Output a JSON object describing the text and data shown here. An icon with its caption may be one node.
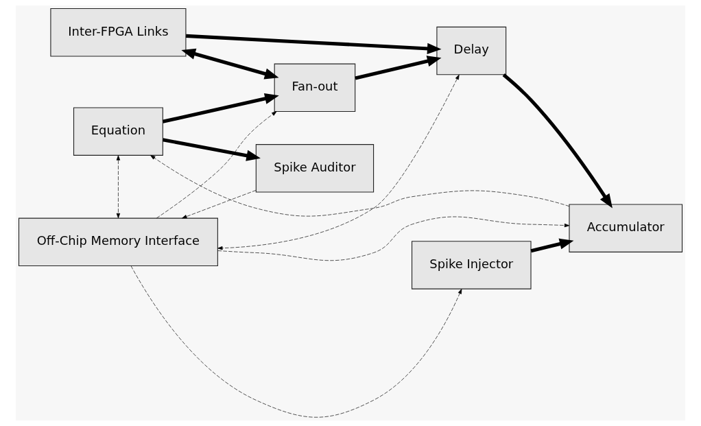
{
  "diagram": {
    "nodes": [
      {
        "text": [
          "Inter-FPGA Links"
        ]
      },
      {
        "text": [
          "Spike Auditor"
        ]
      },
      {
        "text": [
          "Equation"
        ]
      },
      {
        "text": [
          "Fan-out"
        ]
      },
      {
        "text": [
          "Delay"
        ]
      },
      {
        "text": [
          "Accumulator"
        ]
      },
      {
        "text": [
          "Spike Injector"
        ]
      },
      {
        "text": [
          "Off-Chip Memory Interface"
        ]
      }
    ],
    "edges": [
      {
        "from": 0,
        "to": 3,
        "arrow": "both",
        "style": "thick"
      },
      {
        "from": 0,
        "to": 4,
        "arrow": "to",
        "style": "thick"
      },
      {
        "from": 5,
        "to": 2,
        "arrow": "to",
        "style": "dashed"
      },
      {
        "from": 2,
        "to": 1,
        "arrow": "to",
        "style": "thick"
      },
      {
        "from": 2,
        "to": 3,
        "arrow": "to",
        "style": "thick"
      },
      {
        "from": 3,
        "to": 4,
        "arrow": "to",
        "style": "thick"
      },
      {
        "from": 4,
        "to": 5,
        "arrow": "to",
        "style": "thick"
      },
      {
        "from": 6,
        "to": 5,
        "arrow": "to",
        "style": "thick"
      },
      {
        "from": 1,
        "to": 7,
        "arrow": "to",
        "style": "dashed"
      },
      {
        "from": 2,
        "to": 7,
        "arrow": "both",
        "style": "dashed"
      },
      {
        "from": 7,
        "to": 3,
        "arrow": "to",
        "style": "dashed"
      },
      {
        "from": 4,
        "to": 7,
        "arrow": "both",
        "style": "dashed"
      },
      {
        "from": 7,
        "to": 6,
        "arrow": "to",
        "style": "dashed"
      },
      {
        "from": 7,
        "to": 5,
        "arrow": "to",
        "style": "dashed"
      }
    ]
  }
}
